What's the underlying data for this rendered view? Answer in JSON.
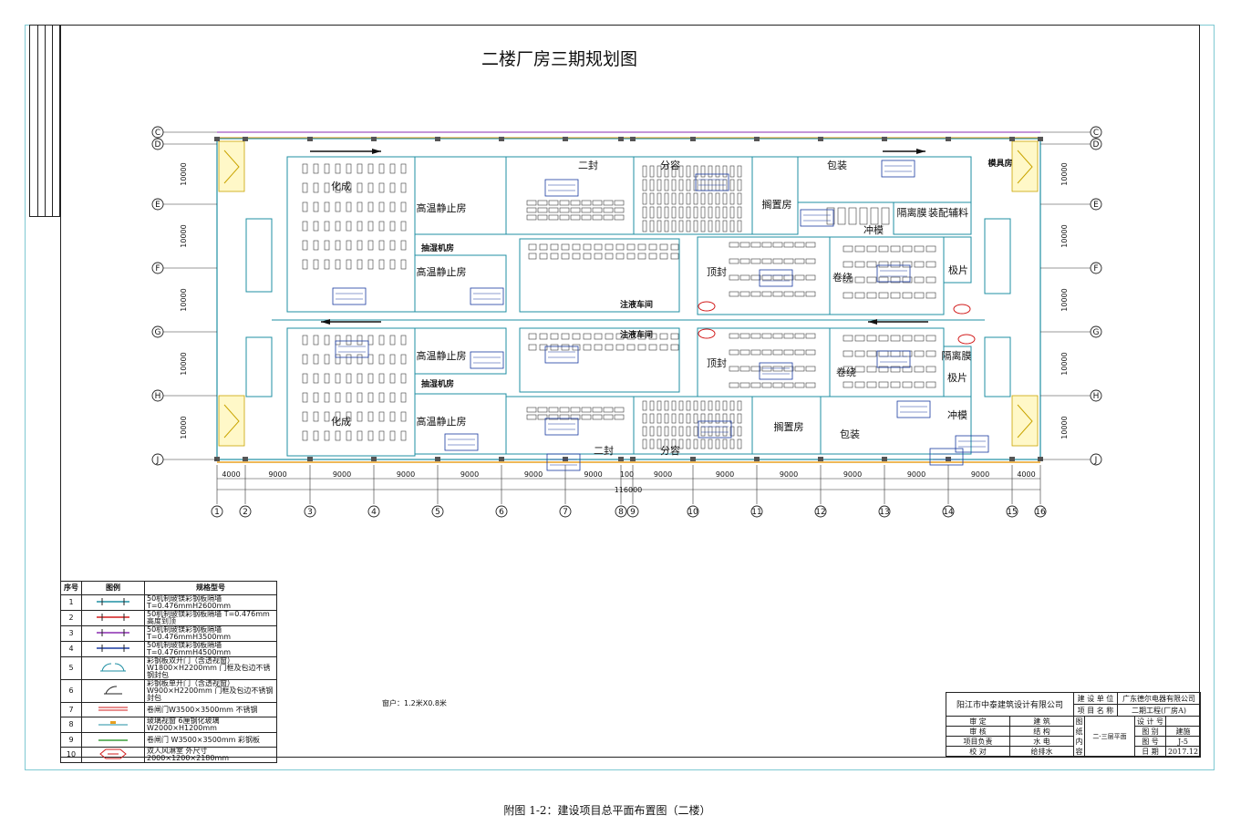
{
  "title": "二楼厂房三期规划图",
  "caption": "附图 1-2：建设项目总平面布置图（二楼）",
  "window_note": "窗户：1.2米X0.8米",
  "overall_dimension": "116000",
  "axis_rows": [
    "C",
    "D",
    "E",
    "F",
    "G",
    "H",
    "J"
  ],
  "axis_cols": [
    "1",
    "2",
    "3",
    "4",
    "5",
    "6",
    "7",
    "8",
    "9",
    "10",
    "11",
    "12",
    "13",
    "14",
    "15",
    "16"
  ],
  "col_dims": [
    "4000",
    "9000",
    "9000",
    "9000",
    "9000",
    "9000",
    "9000",
    "100",
    "9000",
    "9000",
    "9000",
    "9000",
    "9000",
    "9000",
    "4000"
  ],
  "row_dims": [
    "10000",
    "10000",
    "10000",
    "10000",
    "10000"
  ],
  "rooms": {
    "huacheng": "化成",
    "gaowen": "高温静止房",
    "chouhuan": "抽湿机房",
    "ermao": "二封",
    "fenrong": "分容",
    "baozhuang": "包装",
    "gezhi": "搁置房",
    "gelimo": "隔离膜",
    "zhuangpei": "装配辅料",
    "chongmo": "冲模",
    "juanrao": "卷绕",
    "jipian": "极片",
    "dingfeng": "顶封",
    "zhuanyi": "注液车间",
    "jifang": "模具房"
  },
  "legend": {
    "headers": [
      "序号",
      "图例",
      "规格型号"
    ],
    "rows": [
      {
        "n": "1",
        "spec": "50机制玻镁彩钢板隔墙 T=0.476mmH2600mm"
      },
      {
        "n": "2",
        "spec": "50机制玻镁彩钢板隔墙 T=0.476mm高度到顶"
      },
      {
        "n": "3",
        "spec": "50机制玻镁彩钢板隔墙 T=0.476mmH3500mm"
      },
      {
        "n": "4",
        "spec": "50机制玻镁彩钢板隔墙 T=0.476mmH4500mm"
      },
      {
        "n": "5",
        "spec": "彩钢板双开门（含透视窗）W1800×H2200mm 门框及包边不锈钢封包"
      },
      {
        "n": "6",
        "spec": "彩钢板单开门（含透视窗）W900×H2200mm 门框及包边不锈钢封包"
      },
      {
        "n": "7",
        "spec": "卷闸门W3500×3500mm 不锈钢"
      },
      {
        "n": "8",
        "spec": "玻璃视窗 6厘钢化玻璃 W2000×H1200mm"
      },
      {
        "n": "9",
        "spec": "卷闸门 W3500×3500mm 彩钢板"
      },
      {
        "n": "10",
        "spec": "双人风淋室 外尺寸2000×1200×2180mm"
      }
    ]
  },
  "title_block": {
    "company": "阳江市中泰建筑设计有限公司",
    "build_unit_label": "建 设 单 位",
    "build_unit": "广东德尔电器有限公司",
    "project_label": "项 目 名 称",
    "project": "二期工程(厂房A)",
    "roles": [
      "审 定",
      "审 核",
      "项目负责",
      "校 对"
    ],
    "disciplines": [
      "建 筑",
      "结 构",
      "水 电",
      "给排水"
    ],
    "drawing_label": "图纸内容",
    "drawing_content": "二-三层平面",
    "fields": [
      {
        "k": "设 计 号",
        "v": ""
      },
      {
        "k": "图 别",
        "v": "建施"
      },
      {
        "k": "图 号",
        "v": "J-5"
      },
      {
        "k": "日 期",
        "v": "2017.12"
      }
    ]
  },
  "colors": {
    "wall": "#1f8fa3",
    "frame": "#222",
    "equipment": "#3a3a3a",
    "label_blue": "#1a3aa0",
    "door_red": "#d21c1c",
    "accent_orange": "#e8a020"
  }
}
